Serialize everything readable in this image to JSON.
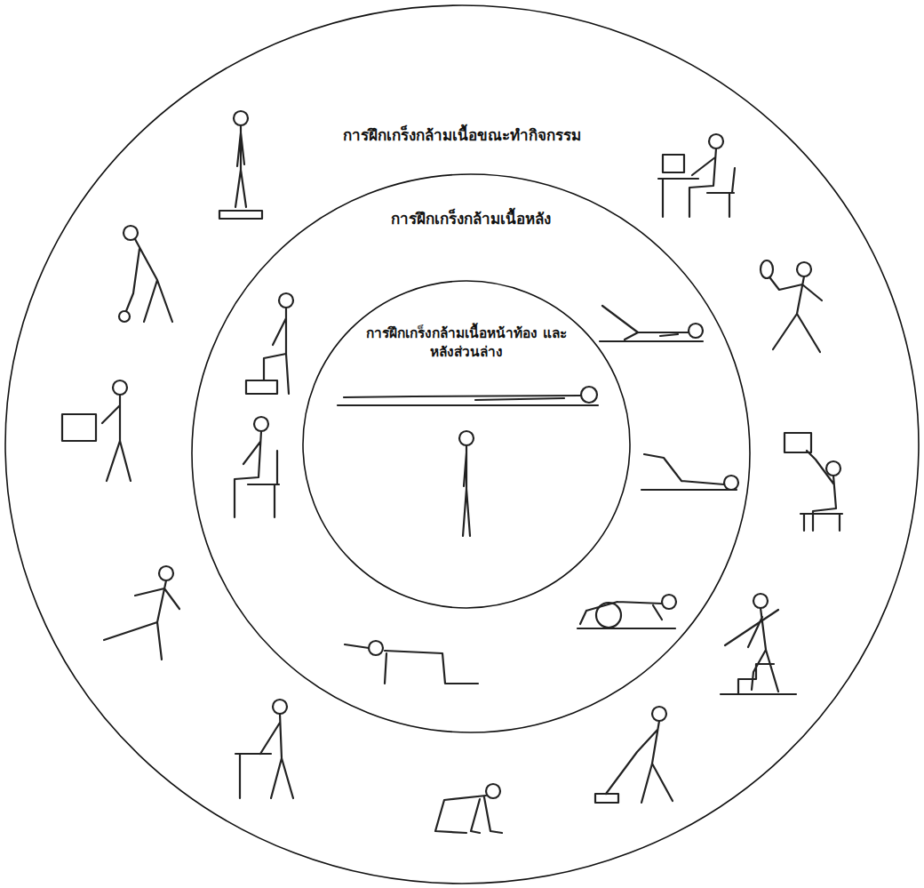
{
  "diagram": {
    "nodes": [
      {
        "text": [
          "การฝึกเกร็งกล้ามเนื้อขณะทำกิจกรรม"
        ]
      },
      {
        "text": [
          "การฝึกเกร็งกล้ามเนื้อหลัง"
        ],
        "in": 0
      },
      {
        "text": [
          "การฝึกเกร็งกล้ามเนื้อหน้าท้อง และหลังส่วนล่าง"
        ],
        "in": 1
      }
    ]
  }
}
